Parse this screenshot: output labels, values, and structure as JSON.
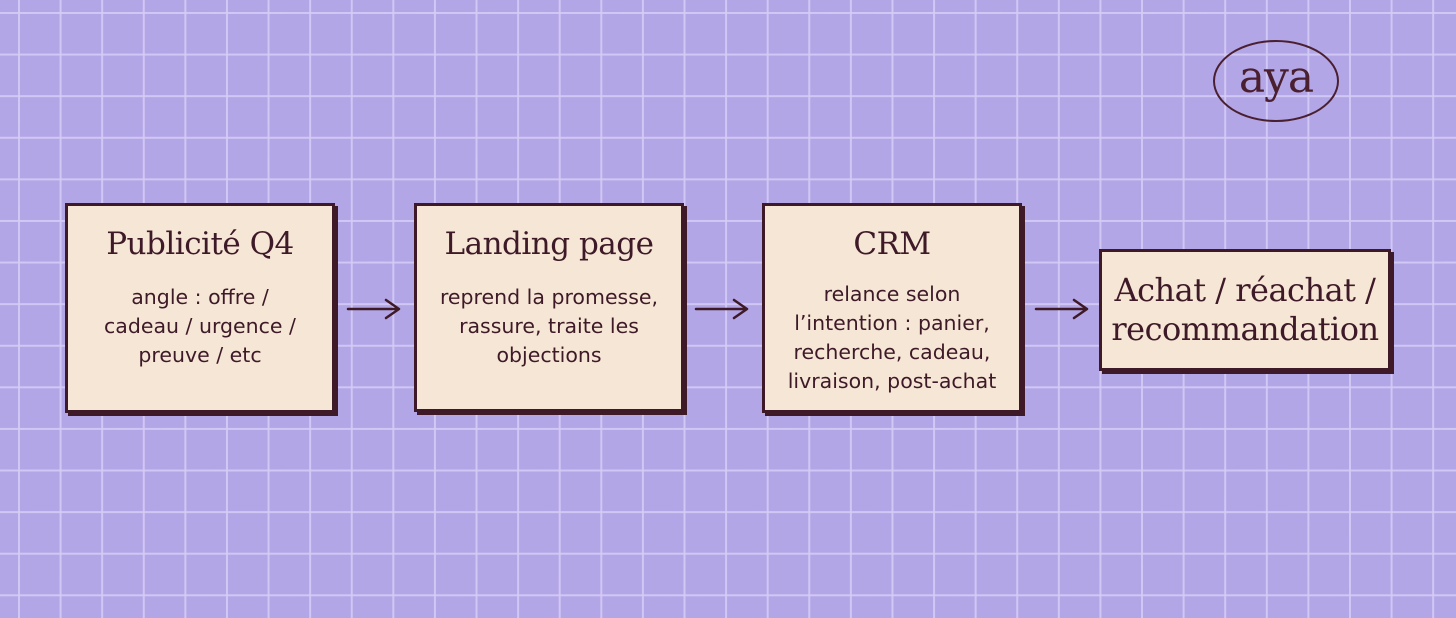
{
  "logo": {
    "text": "aya"
  },
  "boxes": [
    {
      "title": "Publicité Q4",
      "desc": [
        "angle : offre /",
        "cadeau / urgence /",
        "preuve / etc"
      ]
    },
    {
      "title": "Landing page",
      "desc": [
        "reprend la promesse,",
        "rassure, traite les",
        "objections"
      ]
    },
    {
      "title": "CRM",
      "desc": [
        "relance selon",
        "l’intention : panier,",
        "recherche, cadeau,",
        "livraison, post-achat"
      ]
    },
    {
      "title": [
        "Achat / réachat /",
        "recommandation"
      ]
    }
  ],
  "colors": {
    "background": "#b3a6e6",
    "grid": "#d6cdf6",
    "box_fill": "#f6e6d6",
    "ink": "#3e1a28"
  }
}
